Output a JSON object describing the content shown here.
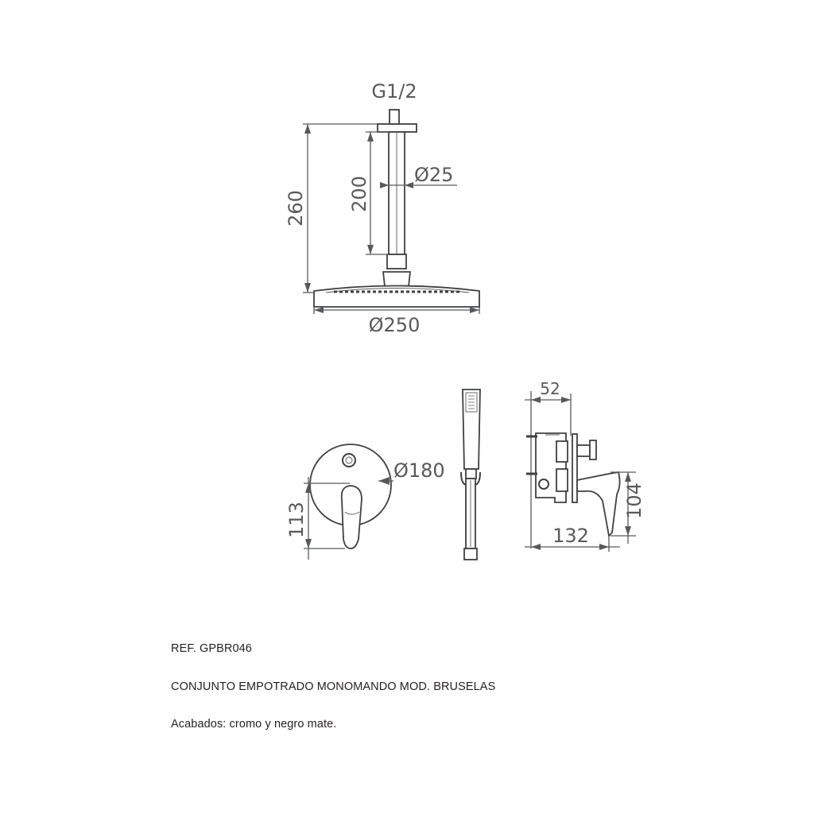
{
  "shower_head": {
    "thread_label": "G1/2",
    "arm_diameter_label": "Ø25",
    "arm_length_label": "200",
    "total_height_label": "260",
    "head_diameter_label": "Ø250"
  },
  "wall_plate": {
    "diameter_label": "Ø180",
    "height_label": "113"
  },
  "mixer_body": {
    "depth_label": "52",
    "height_label": "104",
    "length_label": "132"
  },
  "product": {
    "reference": "REF. GPBR046",
    "title": "CONJUNTO EMPOTRADO MONOMANDO MOD. BRUSELAS",
    "finishes": "Acabados: cromo y negro mate."
  }
}
